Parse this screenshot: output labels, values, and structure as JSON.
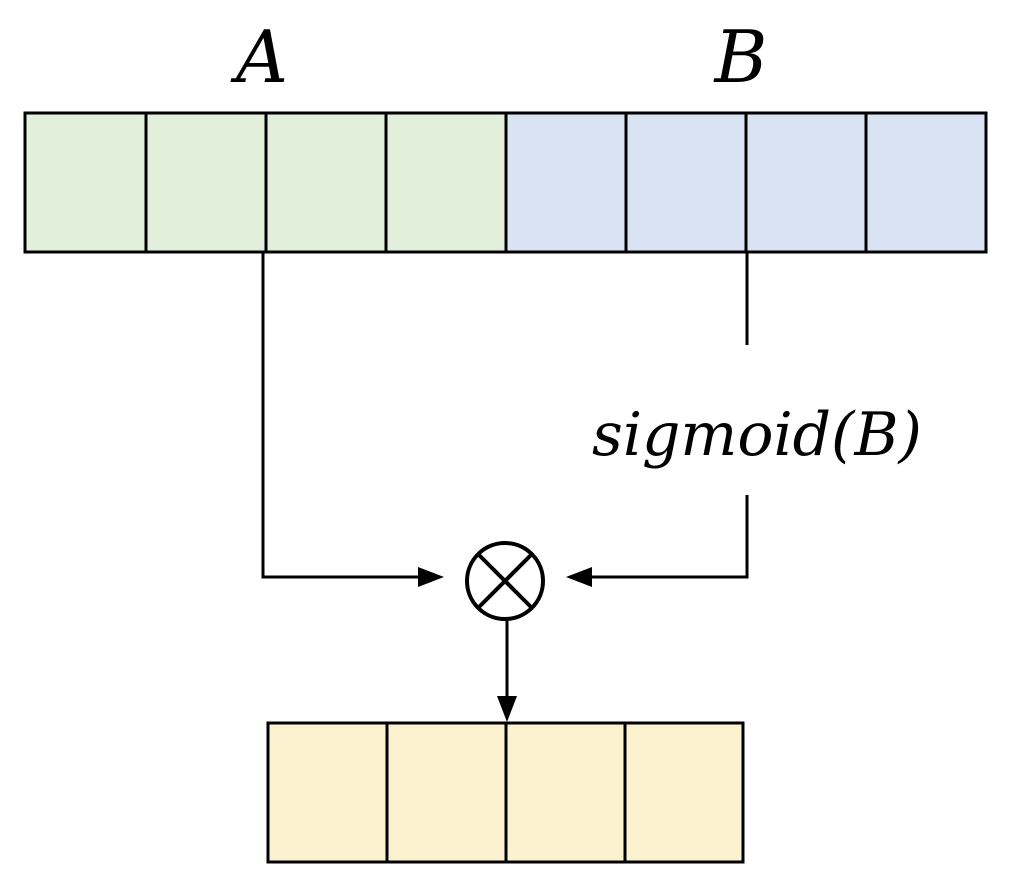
{
  "diagram": {
    "label_a": "A",
    "label_b": "B",
    "gate_label": "sigmoid(B)",
    "operator": "multiply",
    "input_a_cells": 4,
    "input_b_cells": 4,
    "output_cells": 4
  },
  "colors": {
    "input_a_fill": "#e2efda",
    "input_b_fill": "#dae3f3",
    "output_fill": "#fdf2d0",
    "line": "#000000"
  }
}
